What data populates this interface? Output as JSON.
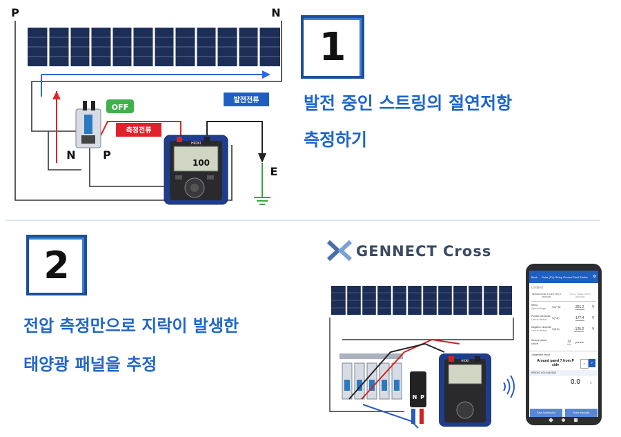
{
  "section1": {
    "label_p": "P",
    "label_n": "N",
    "badge_off": "OFF",
    "label_gen_current": "발전전류",
    "label_meas_current": "측정전류",
    "label_switch_n": "N",
    "label_switch_p": "P",
    "label_earth": "E",
    "meter_display": "100",
    "meter_brand": "HIOKI",
    "number": "1",
    "heading_line1": "발전 중인 스트링의 절연저항",
    "heading_line2": "측정하기"
  },
  "section2": {
    "number": "2",
    "heading_line1": "전압 측정만으로 지락이 발생한",
    "heading_line2": "태양광 패널을 추정",
    "brand_text": "GENNECT Cross",
    "probe_n": "N",
    "probe_p": "P",
    "meter_brand": "HIOKI"
  },
  "phone": {
    "back_label": "Back",
    "app_title": "Solar (PV) String Ground Fault Finder",
    "untitled": "Untitled",
    "col_series": "SERIES PANEL COUNT INPUT METHOD",
    "col_voc": "VOC (1 PANEL) INPUT METHOD",
    "rows": [
      {
        "label": "String",
        "sub": "Open voltage",
        "sym": "Vo(P-N)",
        "value": "351.2",
        "unit": "V"
      },
      {
        "label": "Positive electrode",
        "sub": "Line to neutral",
        "sym": "V(P-E)",
        "value": "177.4",
        "unit": "V"
      },
      {
        "label": "Negative electrode",
        "sub": "Line to neutral",
        "sym": "V(N-E)",
        "value": "-125.2",
        "unit": "V"
      }
    ],
    "series_label": "Series panel count",
    "series_value": "12",
    "series_unit": "panels",
    "judgement_label": "Judgement result",
    "judgement_result": "Around panel 7 from P side",
    "toggle_n": "N",
    "toggle_p": "P",
    "device_id": "IR5051 #210440164",
    "reading_value": "0.0",
    "reading_unit": "V",
    "btn_save": "Save Screenshot",
    "btn_enter": "Enter manually"
  }
}
